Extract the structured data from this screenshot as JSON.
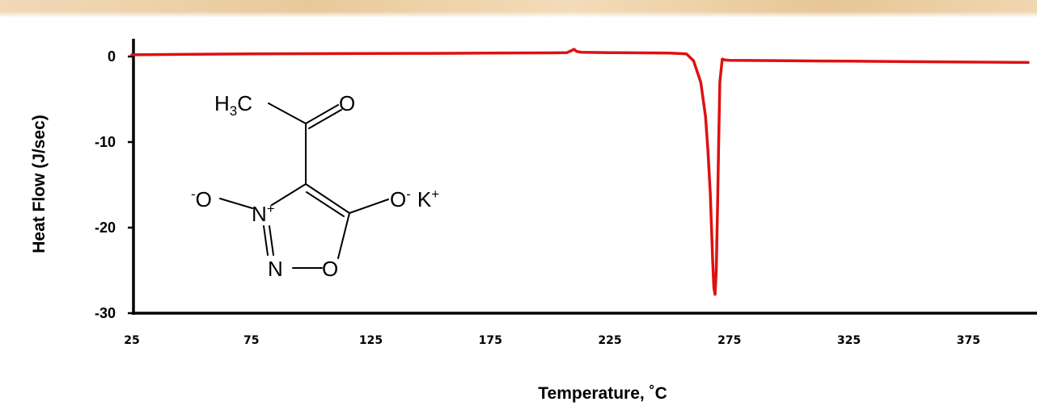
{
  "colors": {
    "series": "#dd1111",
    "axis": "#000000",
    "banner": "#edd2ae"
  },
  "chart_data": {
    "type": "line",
    "title": "",
    "xlabel": "Temperature, ˚C",
    "ylabel": "Heat Flow (J/sec)",
    "xlim": [
      25,
      400
    ],
    "ylim": [
      -30,
      2
    ],
    "x_ticks": [
      25,
      75,
      125,
      175,
      225,
      275,
      325,
      375
    ],
    "y_ticks": [
      0,
      -10,
      -20,
      -30
    ],
    "grid": false,
    "legend": "none",
    "series": [
      {
        "x": [
          25,
          50,
          75,
          100,
          125,
          150,
          175,
          200,
          207,
          209,
          210,
          211,
          213,
          225,
          250,
          257,
          260,
          263,
          265,
          266,
          267,
          267.5,
          268,
          268.5,
          269,
          269.5,
          270,
          270.5,
          271,
          272,
          273,
          275,
          300,
          325,
          350,
          375,
          400
        ],
        "y": [
          0.2,
          0.25,
          0.3,
          0.33,
          0.35,
          0.37,
          0.4,
          0.42,
          0.45,
          0.7,
          0.85,
          0.6,
          0.5,
          0.45,
          0.4,
          0.3,
          -0.5,
          -3,
          -7,
          -11,
          -16,
          -20,
          -24,
          -27,
          -27.8,
          -25,
          -18,
          -10,
          -3,
          -0.3,
          -0.4,
          -0.45,
          -0.5,
          -0.55,
          -0.6,
          -0.65,
          -0.7
        ]
      }
    ]
  },
  "molecule": {
    "atoms": {
      "c1": "C",
      "o_carbonyl": "O",
      "o_minus_left": "O",
      "n_plus": "N",
      "n_ring": "N",
      "o_ring": "O",
      "o_minus_right": "O",
      "k": "K"
    },
    "h3_prefix": "H",
    "h3_subscript": "3",
    "minus": "-",
    "plus": "+"
  }
}
